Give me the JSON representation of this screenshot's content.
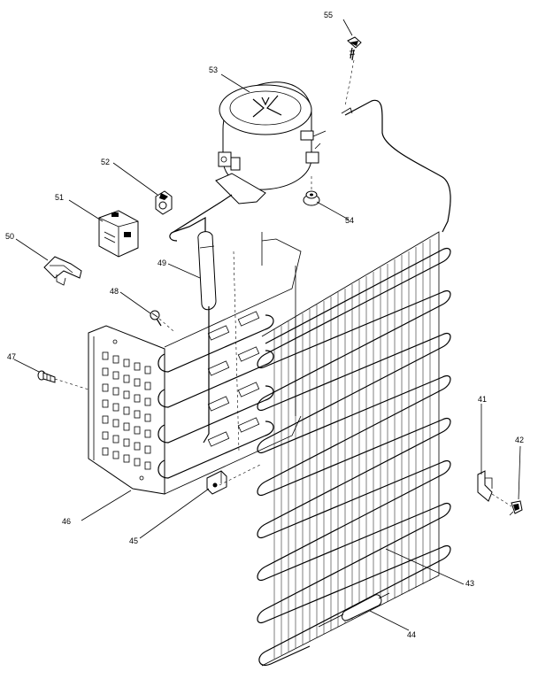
{
  "labels": {
    "l41": "41",
    "l42": "42",
    "l43": "43",
    "l44": "44",
    "l45": "45",
    "l46": "46",
    "l47": "47",
    "l48": "48",
    "l49": "49",
    "l50": "50",
    "l51": "51",
    "l52": "52",
    "l53": "53",
    "l54": "54",
    "l55": "55"
  }
}
